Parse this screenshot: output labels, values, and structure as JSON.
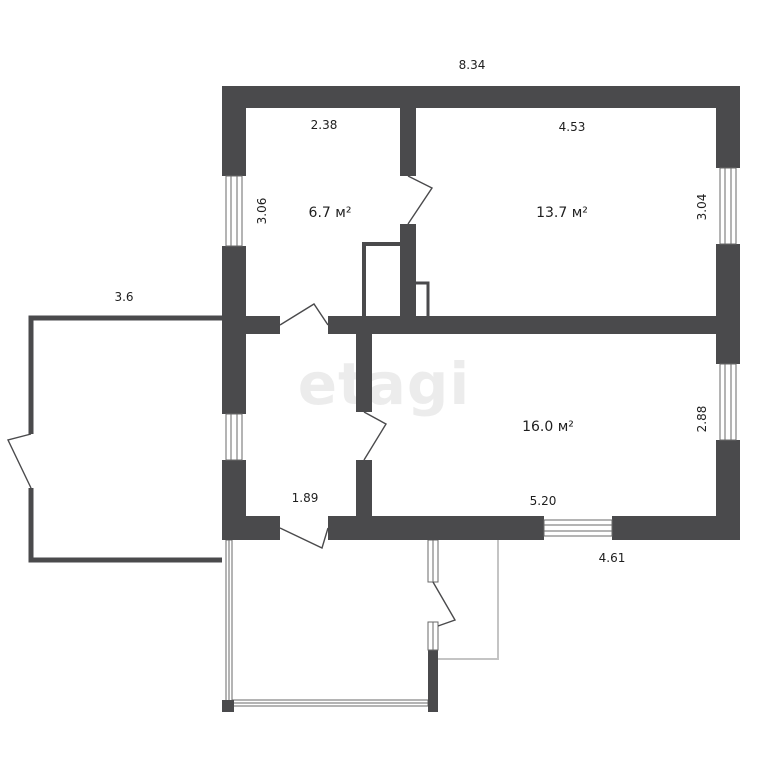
{
  "watermark": "etagi",
  "rooms": {
    "top_left": {
      "area": "6.7 м²",
      "width": "2.38",
      "height": "3.06"
    },
    "top_right": {
      "area": "13.7 м²",
      "width": "4.53",
      "height": "3.04"
    },
    "bottom_right": {
      "area": "16.0 м²",
      "width": "5.20",
      "height": "2.88"
    },
    "hall": {
      "width": "1.89"
    },
    "annex": {
      "width": "3.6"
    }
  },
  "dimensions": {
    "overall_width": "8.34",
    "bottom_outer": "4.61"
  },
  "colors": {
    "wall": "#4a4a4c",
    "window_frame": "#6a6a6a",
    "terrace_line": "#c4c4c4",
    "background": "#ffffff"
  }
}
